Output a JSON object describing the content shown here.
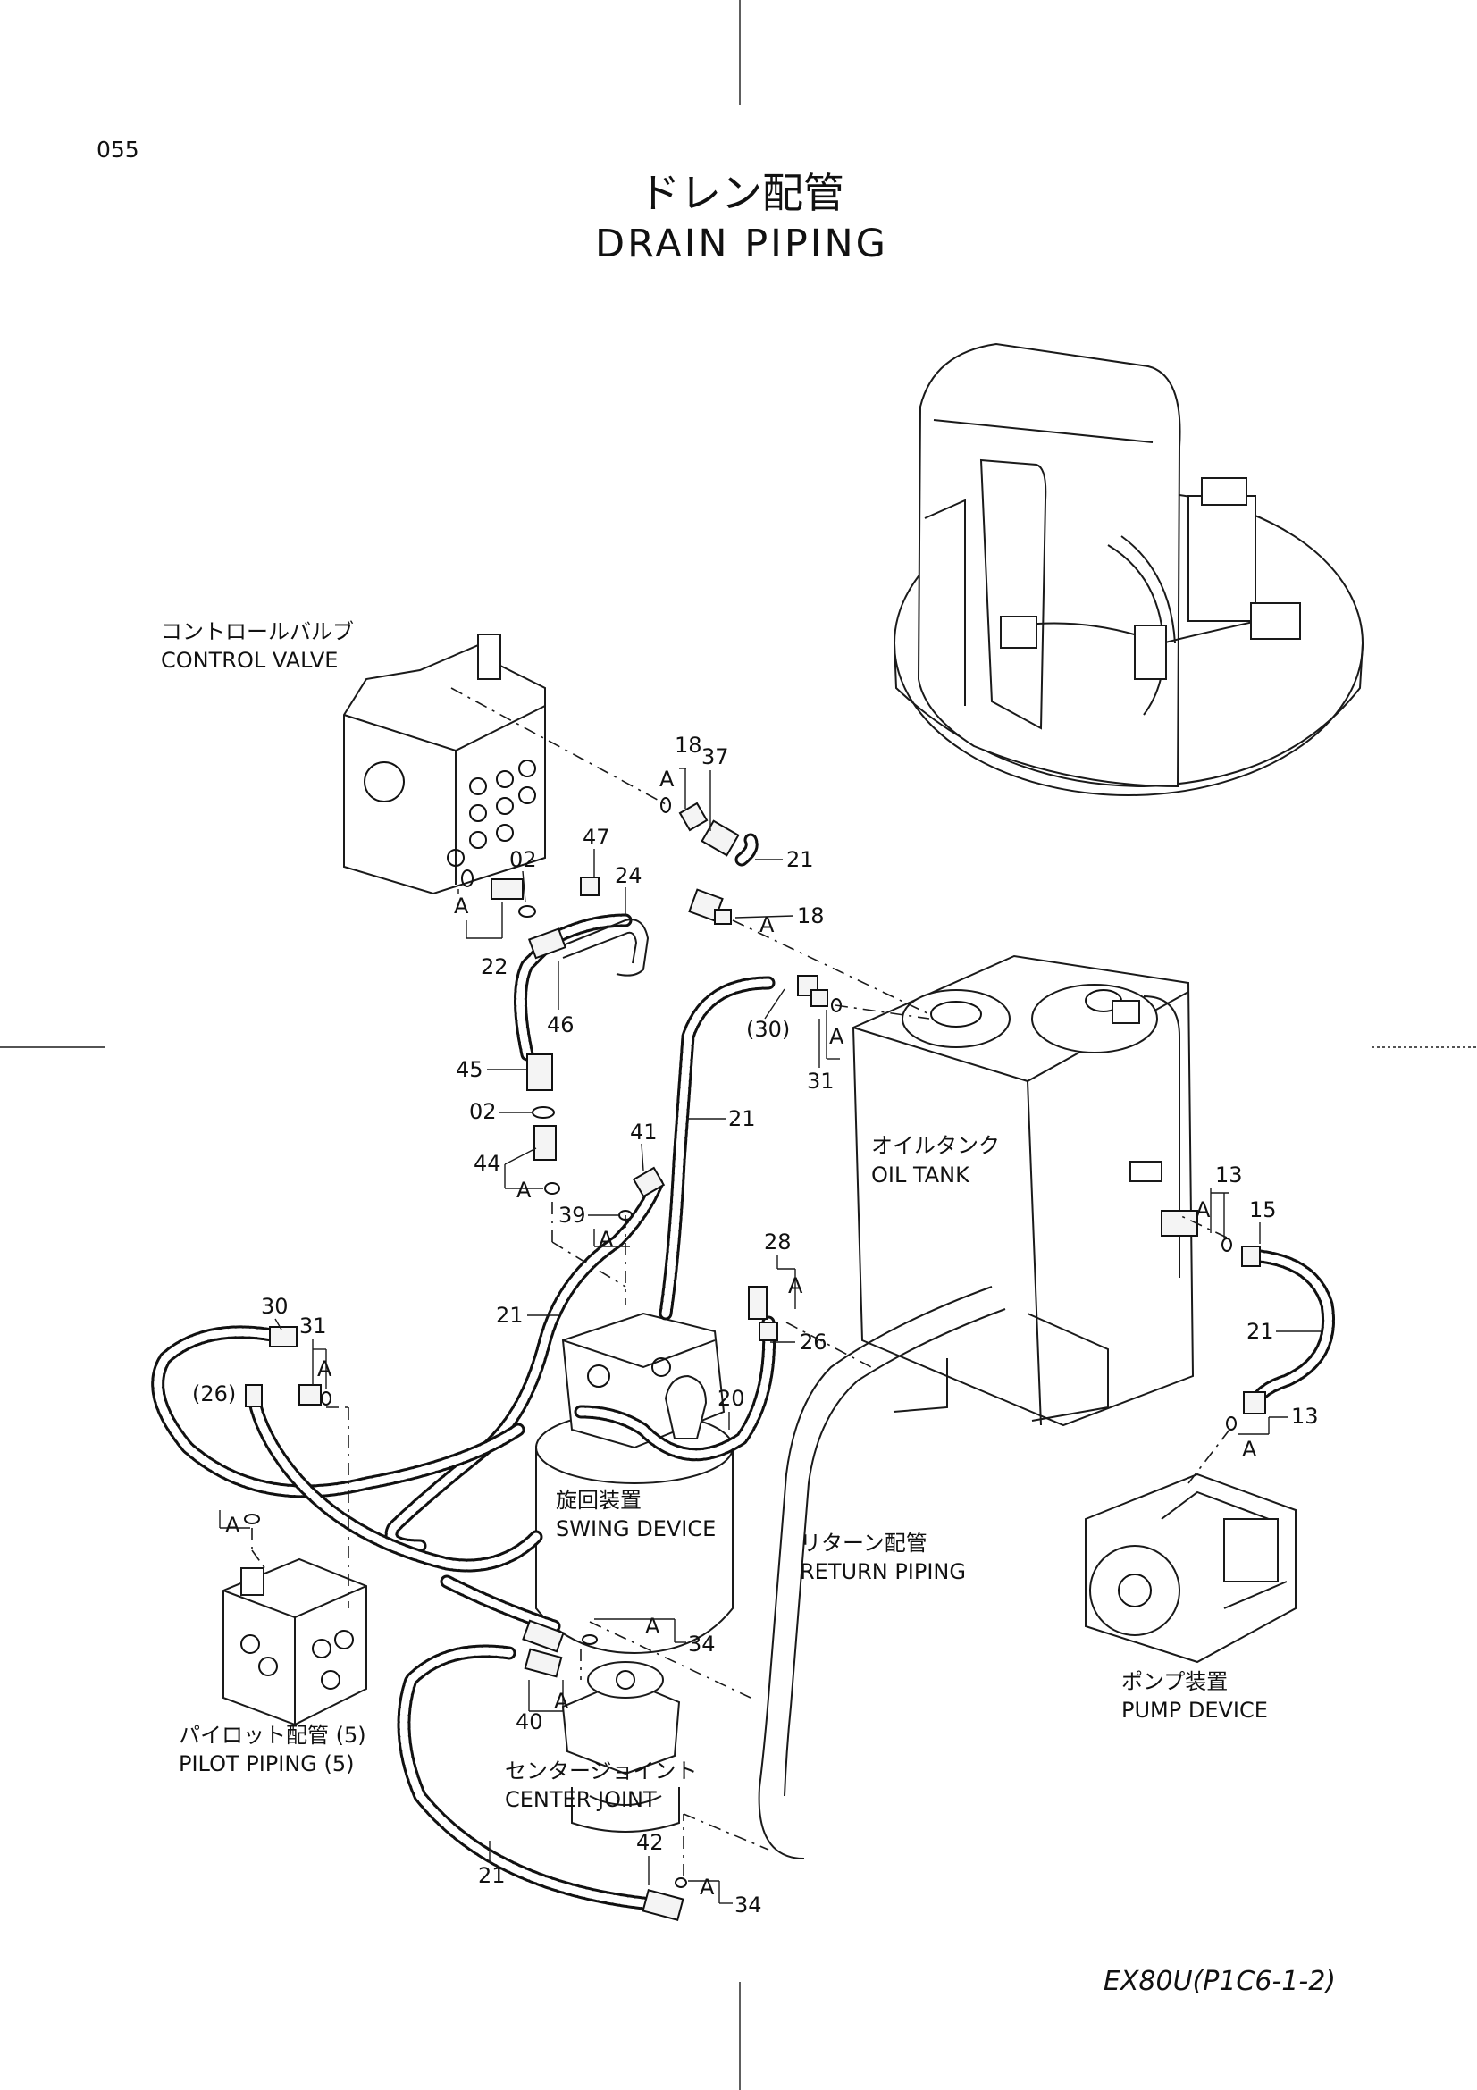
{
  "header": {
    "page_number": "055",
    "title_jp": "ドレン配管",
    "title_en": "DRAIN  PIPING"
  },
  "footer": {
    "model_code": "EX80U(P1C6-1-2)"
  },
  "components": {
    "control_valve": {
      "jp": "コントロールバルブ",
      "en": "CONTROL  VALVE"
    },
    "oil_tank": {
      "jp": "オイルタンク",
      "en": "OIL  TANK"
    },
    "swing_device": {
      "jp": "旋回装置",
      "en": "SWING  DEVICE"
    },
    "return_piping": {
      "jp": "リターン配管",
      "en": "RETURN  PIPING"
    },
    "pump_device": {
      "jp": "ポンプ装置",
      "en": "PUMP  DEVICE"
    },
    "pilot_piping": {
      "jp": "パイロット配管  (5)",
      "en": "PILOT  PIPING  (5)"
    },
    "center_joint": {
      "jp": "センタージョイント",
      "en": "CENTER  JOINT"
    }
  },
  "callouts": {
    "n18a": "18",
    "n37": "37",
    "n21a": "21",
    "n18b": "18",
    "n47": "47",
    "n02a": "02",
    "n24": "24",
    "n22": "22",
    "n46": "46",
    "n45": "45",
    "n02b": "02",
    "n44": "44",
    "n30a": "(30)",
    "n31a": "31",
    "n21b": "21",
    "n41": "41",
    "n39": "39",
    "n28": "28",
    "n26a": "26",
    "n20": "20",
    "n21c": "21",
    "n30b": "30",
    "n31b": "31",
    "n26b": "(26)",
    "n13a": "13",
    "n15": "15",
    "n21d": "21",
    "n13b": "13",
    "n34a": "34",
    "n40": "40",
    "n42": "42",
    "n21e": "21",
    "n34b": "34",
    "refA": "A"
  }
}
